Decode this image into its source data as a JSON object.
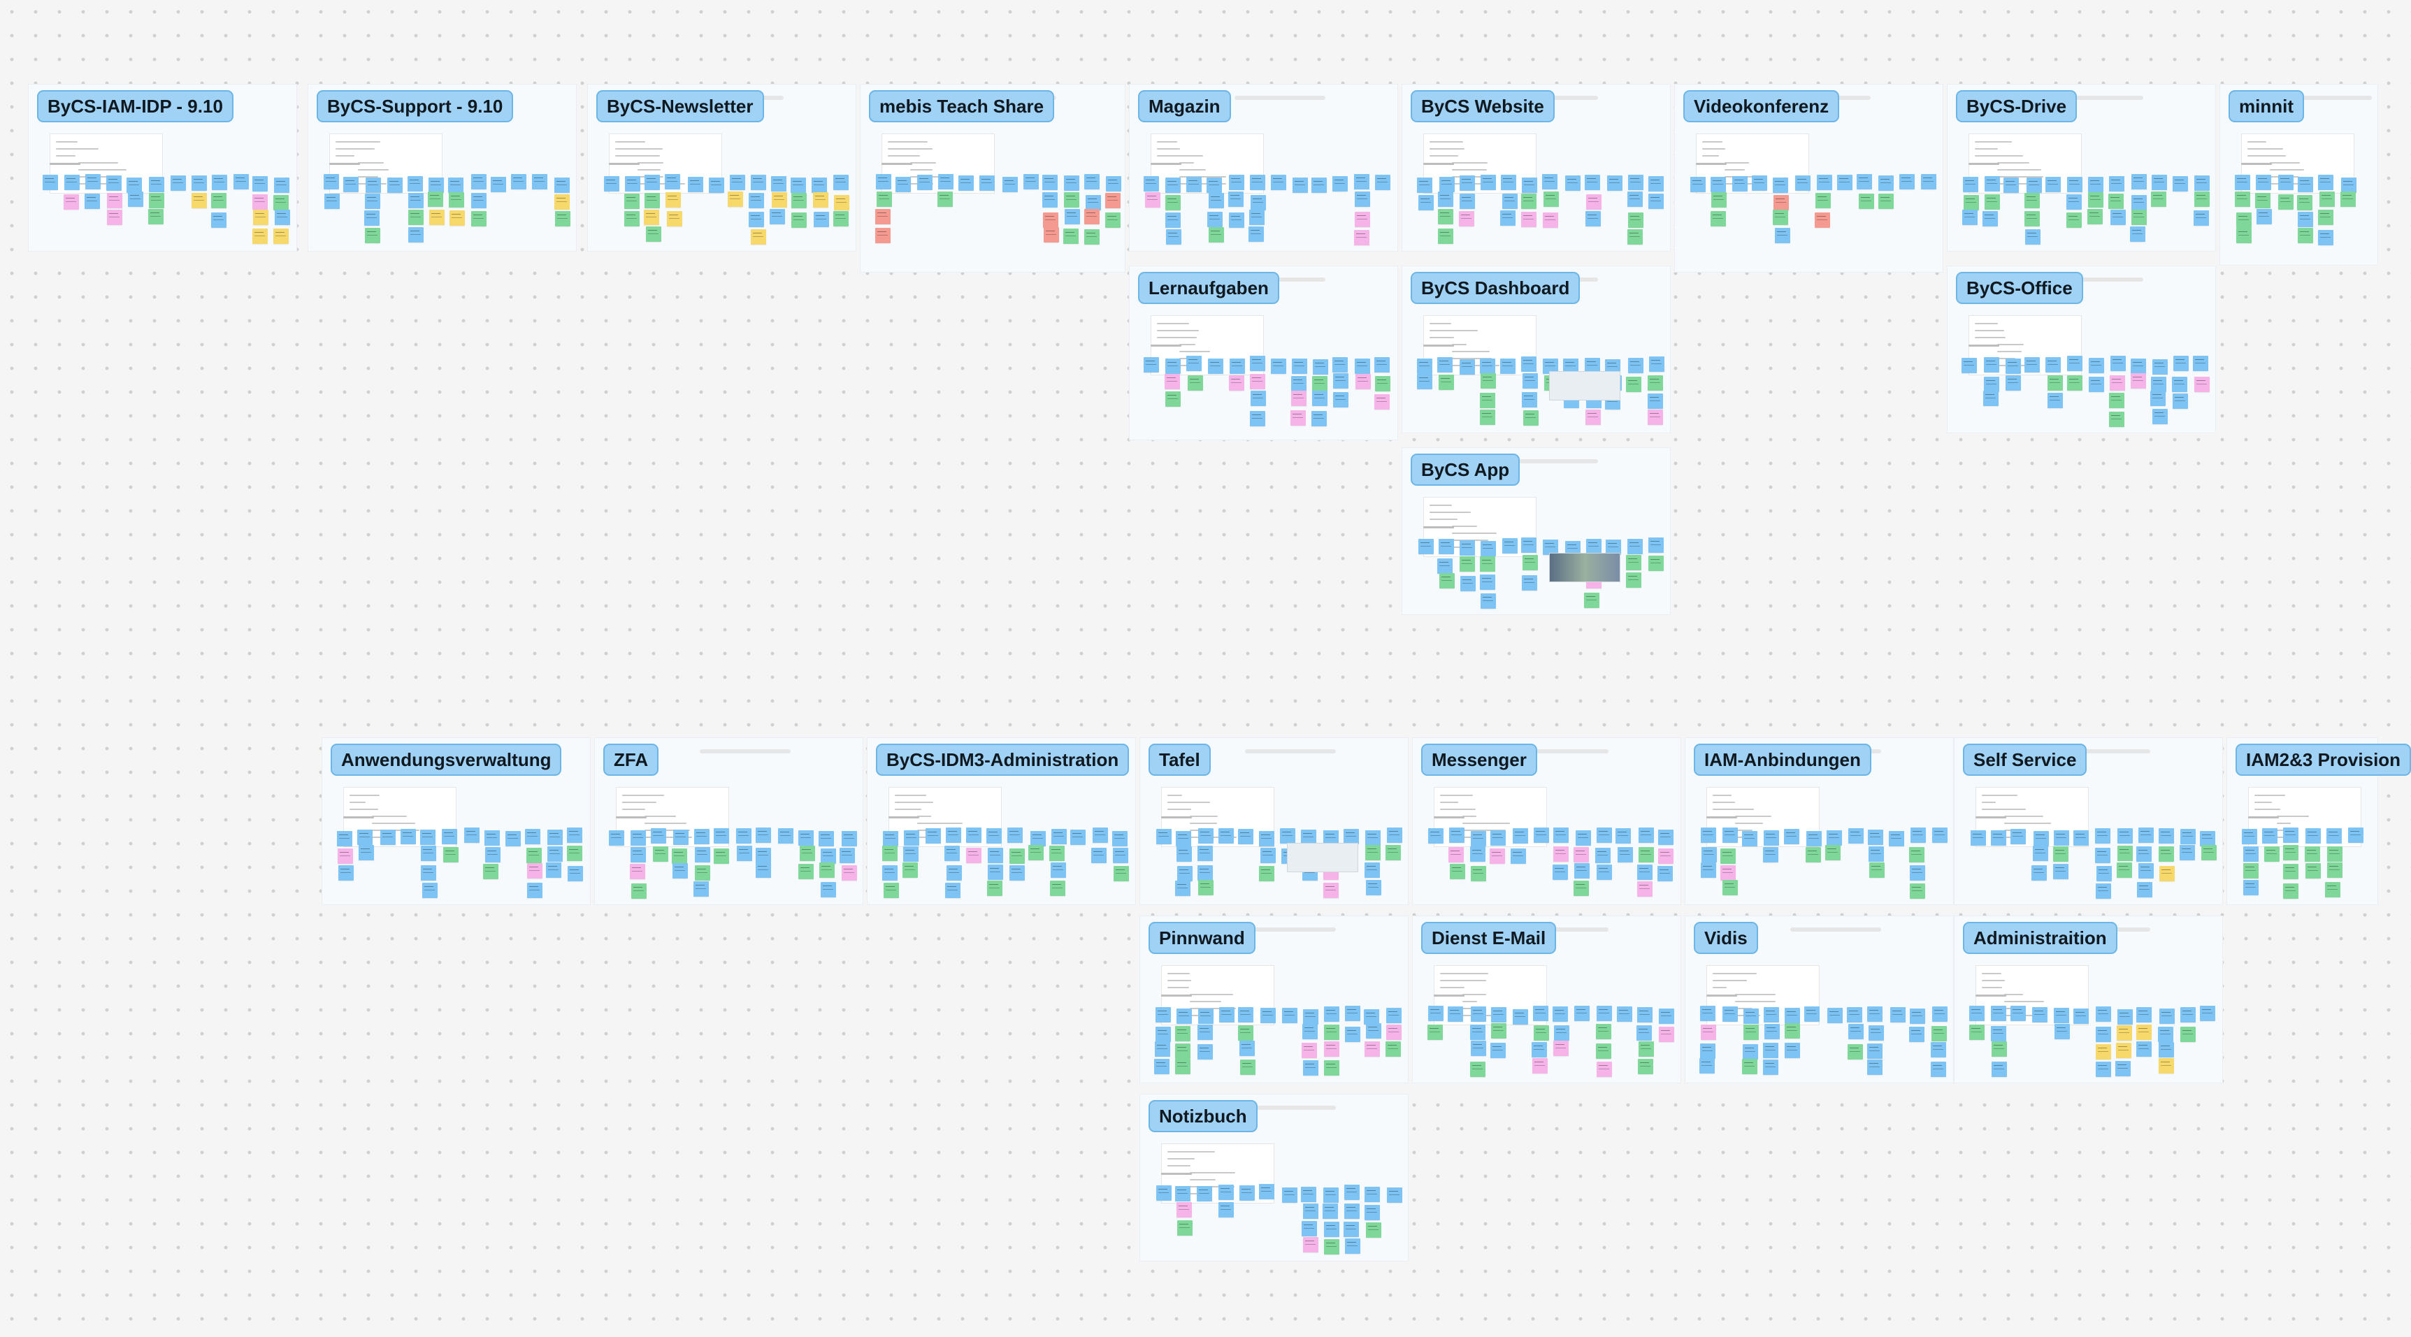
{
  "app": {
    "title": ""
  },
  "colors": {
    "canvas_bg": "#f5f5f5",
    "frame_bg": "#f7fafd",
    "title_bg": "#9fd2f5",
    "title_border": "#6bb6e6",
    "sticky_blue": "#7dc3f3",
    "sticky_green": "#7fd89a",
    "sticky_yellow": "#f7d96b",
    "sticky_pink": "#f6b3e8",
    "sticky_red": "#f49a90"
  },
  "frames": [
    {
      "id": "bycs-iam-idp",
      "title": "ByCS-IAM-IDP - 9.10"
    },
    {
      "id": "bycs-support",
      "title": "ByCS-Support  - 9.10"
    },
    {
      "id": "bycs-newsletter",
      "title": "ByCS-Newsletter"
    },
    {
      "id": "mebis-teach-share",
      "title": "mebis Teach Share"
    },
    {
      "id": "magazin",
      "title": "Magazin"
    },
    {
      "id": "bycs-website",
      "title": "ByCS Website"
    },
    {
      "id": "videokonferenz",
      "title": "Videokonferenz"
    },
    {
      "id": "bycs-drive",
      "title": "ByCS-Drive"
    },
    {
      "id": "minnit",
      "title": "minnit"
    },
    {
      "id": "lernaufgaben",
      "title": "Lernaufgaben"
    },
    {
      "id": "bycs-dashboard",
      "title": "ByCS Dashboard"
    },
    {
      "id": "bycs-office",
      "title": "ByCS-Office"
    },
    {
      "id": "bycs-app",
      "title": "ByCS App"
    },
    {
      "id": "anwendungsverwaltung",
      "title": "Anwendungsverwaltung"
    },
    {
      "id": "zfa",
      "title": "ZFA"
    },
    {
      "id": "bycs-idm3-administration",
      "title": "ByCS-IDM3-Administration"
    },
    {
      "id": "tafel",
      "title": "Tafel"
    },
    {
      "id": "messenger",
      "title": "Messenger"
    },
    {
      "id": "iam-anbindungen",
      "title": "IAM-Anbindungen"
    },
    {
      "id": "self-service",
      "title": "Self Service"
    },
    {
      "id": "iam23-provision",
      "title": "IAM2&3 Provision"
    },
    {
      "id": "pinnwand",
      "title": "Pinnwand"
    },
    {
      "id": "dienst-e-mail",
      "title": "Dienst E-Mail"
    },
    {
      "id": "vidis",
      "title": "Vidis"
    },
    {
      "id": "administraition",
      "title": "Administraition"
    },
    {
      "id": "notizbuch",
      "title": "Notizbuch"
    }
  ]
}
